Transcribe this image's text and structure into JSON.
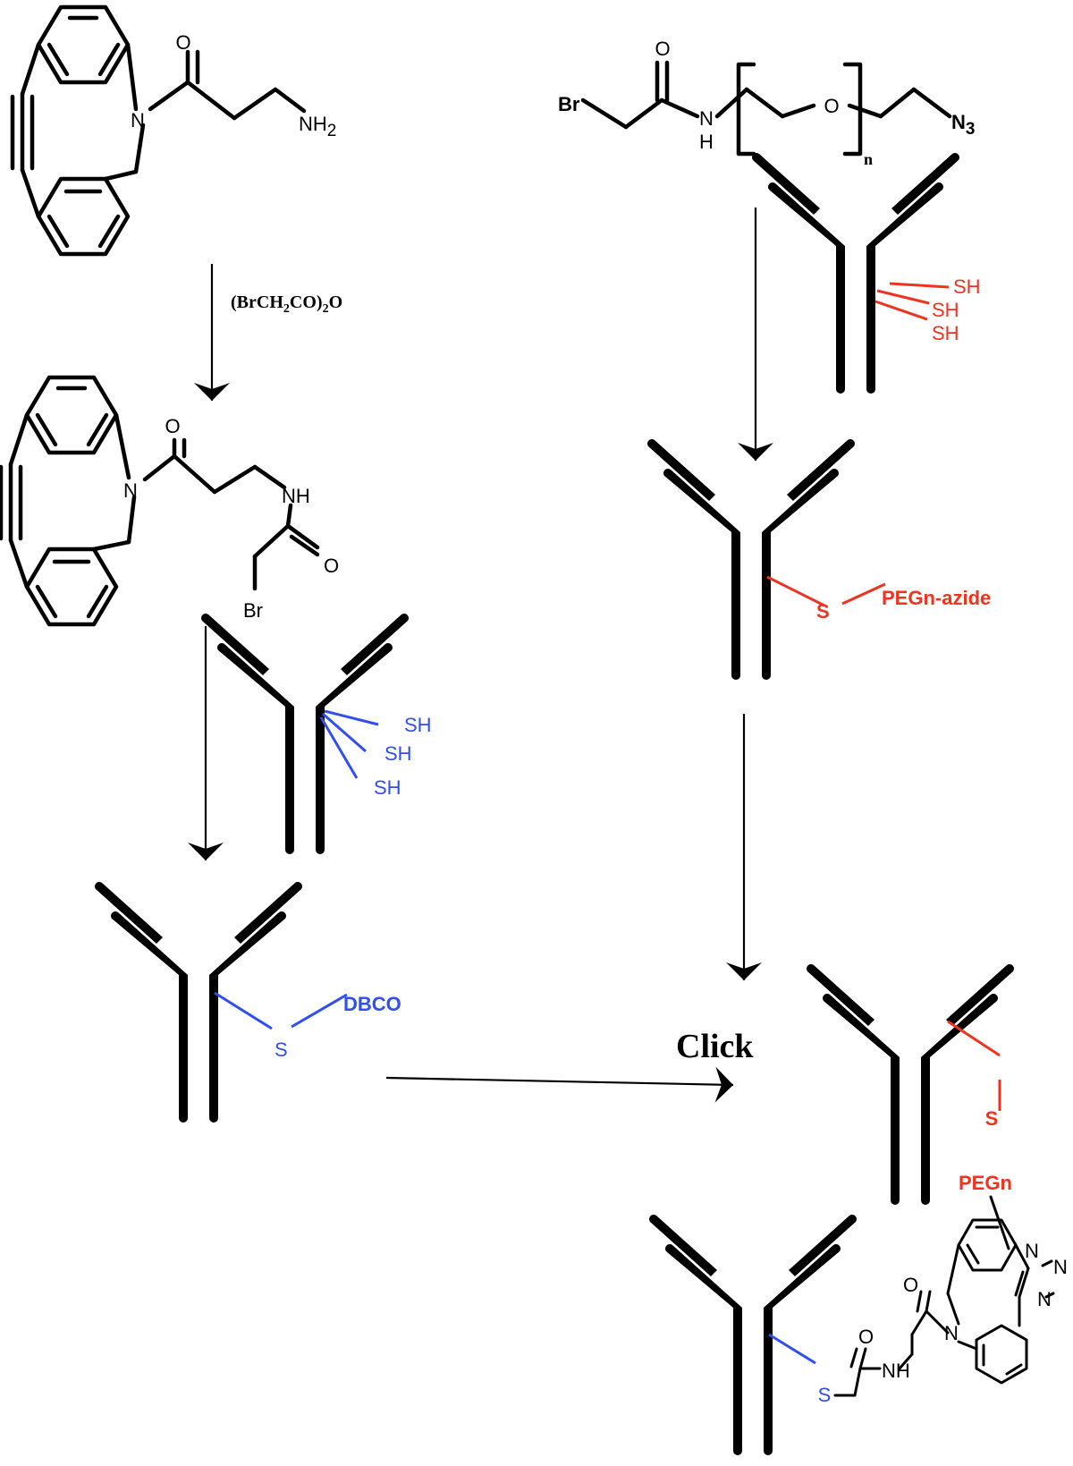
{
  "reagents": {
    "dbco_amine": {
      "o_label": "O",
      "n_label": "N",
      "amine_label": "NH",
      "amine_sub": "2"
    },
    "bromoacetamido_peg_azide": {
      "br_label": "Br",
      "o_label": "O",
      "n_label": "N",
      "h_label": "H",
      "ether_o_label": "O",
      "repeat_label": "n",
      "azide_label": "N",
      "azide_sub": "3"
    },
    "dbco_bromoacetamide": {
      "o_label": "O",
      "n_label": "N",
      "nh_label": "NH",
      "o2_label": "O",
      "br_label": "Br"
    }
  },
  "conditions": {
    "step1": {
      "prefix": "(BrCH",
      "sub1": "2",
      "mid": "CO)",
      "sub2": "2",
      "suffix": "O"
    }
  },
  "antibodies": {
    "blue_reduced": {
      "thiols": [
        "SH",
        "SH",
        "SH"
      ]
    },
    "red_reduced": {
      "thiols": [
        "SH",
        "SH",
        "SH"
      ]
    },
    "red_conjugate": {
      "s_label": "S",
      "tag": "PEGn-azide"
    },
    "blue_conjugate": {
      "s_label": "S",
      "tag": "DBCO"
    }
  },
  "click_label": "Click",
  "product": {
    "red_s_label": "S",
    "red_peg_label": "PEGn",
    "triazole_n1": "N",
    "triazole_n2": "N",
    "triazole_n3": "N",
    "ring_n": "N",
    "ring_o": "O",
    "amide_o": "O",
    "amide_nh": "NH",
    "blue_s_label": "S"
  },
  "colors": {
    "blue": "#2f4ff0",
    "blue_fill": "#aabcf0",
    "red": "#f0331f",
    "red_fill": "#f6b5ac"
  }
}
